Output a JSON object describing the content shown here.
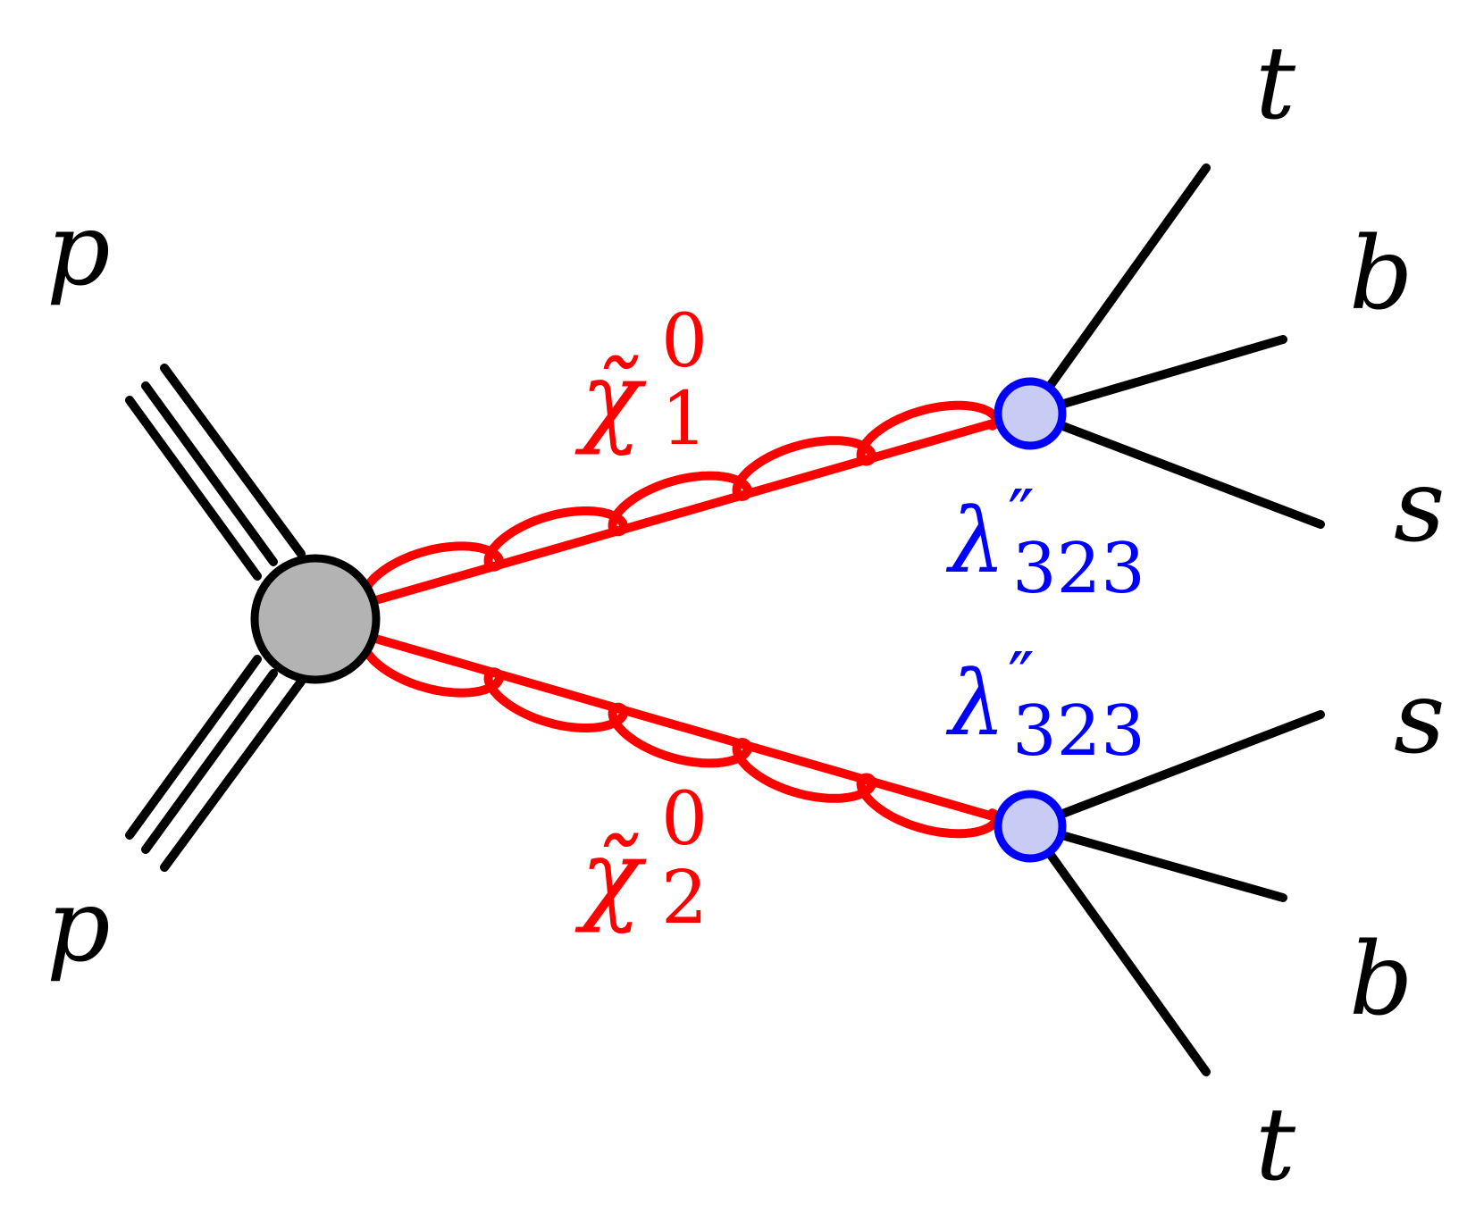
{
  "colors": {
    "quark_line": "#000000",
    "neutralino": "#ff0000",
    "coupling": "#0000ff",
    "blob_fill": "#b3b3b3",
    "vertex_fill": "#c8cbf3"
  },
  "labels": {
    "proton_top": "p",
    "proton_bottom": "p",
    "chi1": {
      "base": "χ̃",
      "sub": "1",
      "sup": "0"
    },
    "chi2": {
      "base": "χ̃",
      "sub": "2",
      "sup": "0"
    },
    "lambda_top": {
      "base": "λ",
      "prime": "″",
      "sub": "323"
    },
    "lambda_bottom": {
      "base": "λ",
      "prime": "″",
      "sub": "323"
    },
    "out_top": [
      "t",
      "b",
      "s"
    ],
    "out_bottom": [
      "s",
      "b",
      "t"
    ]
  }
}
